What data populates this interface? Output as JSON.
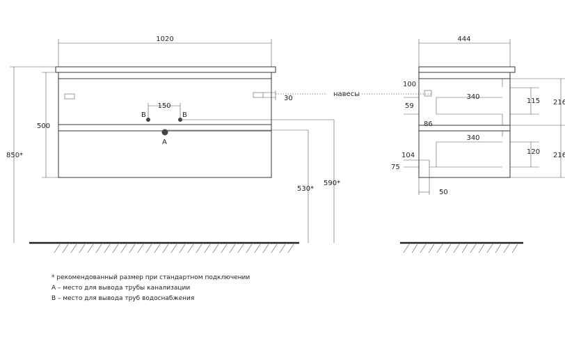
{
  "front_view": {
    "dim_width": "1020",
    "dim_height_total": "850*",
    "dim_body_height": "500",
    "dim_pipe_spacing": "150",
    "label_b_left": "B",
    "label_b_right": "B",
    "label_a": "A",
    "dim_hanger_offset": "30",
    "dim_530": "530*",
    "dim_590": "590*"
  },
  "side_view": {
    "dim_depth": "444",
    "dim_100": "100",
    "dim_340_top": "340",
    "dim_59": "59",
    "dim_86": "86",
    "dim_340_bottom": "340",
    "dim_104": "104",
    "dim_75": "75",
    "dim_50": "50",
    "dim_115": "115",
    "dim_120": "120",
    "dim_216_top": "216",
    "dim_216_bottom": "216"
  },
  "hangers_label": "навесы",
  "notes": [
    "* рекомендованный размер при стандартном подключении",
    "А – место для вывода трубы канализации",
    "В – место для вывода труб водоснабжения"
  ],
  "colors": {
    "line": "#333333",
    "pipe_dot": "#444444"
  }
}
